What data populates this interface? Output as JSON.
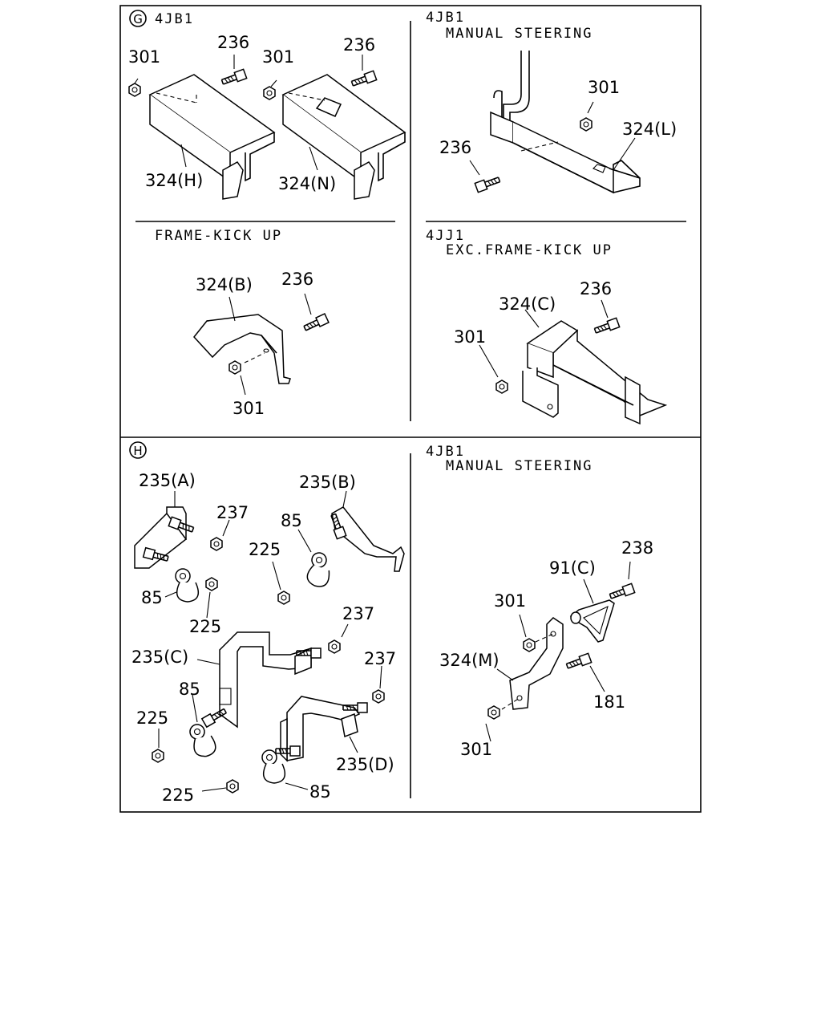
{
  "sections": {
    "g": {
      "marker": "G",
      "top_left": {
        "header": "4JB1",
        "labels": {
          "nut_left": "301",
          "bolt_left": "236",
          "bracket_h": "324(H)",
          "nut_right": "301",
          "bolt_right": "236",
          "bracket_n": "324(N)"
        }
      },
      "top_right": {
        "header_1": "4JB1",
        "header_2": "MANUAL STEERING",
        "labels": {
          "nut": "301",
          "bracket": "324(L)",
          "bolt": "236"
        }
      },
      "bottom_left": {
        "header": "FRAME-KICK UP",
        "labels": {
          "bracket": "324(B)",
          "bolt": "236",
          "nut": "301"
        }
      },
      "bottom_right": {
        "header_1": "4JJ1",
        "header_2": "EXC.FRAME-KICK UP",
        "labels": {
          "bracket": "324(C)",
          "bolt": "236",
          "nut": "301"
        }
      }
    },
    "h": {
      "marker": "H",
      "left": {
        "labels": {
          "bracket_a": "235(A)",
          "nut_a": "237",
          "clip_a": "85",
          "nut_clip_a": "225",
          "bracket_b": "235(B)",
          "clip_b": "85",
          "nut_clip_b": "225",
          "nut_c": "237",
          "bracket_c": "235(C)",
          "nut_d": "237",
          "clip_c": "85",
          "nut_clip_c": "225",
          "bracket_d": "235(D)",
          "nut_clip_d": "225",
          "clip_d": "85"
        }
      },
      "right": {
        "header_1": "4JB1",
        "header_2": "MANUAL STEERING",
        "labels": {
          "bolt_238": "238",
          "clamp": "91(C)",
          "nut_top": "301",
          "bracket": "324(M)",
          "bolt_181": "181",
          "nut_bottom": "301"
        }
      }
    }
  }
}
